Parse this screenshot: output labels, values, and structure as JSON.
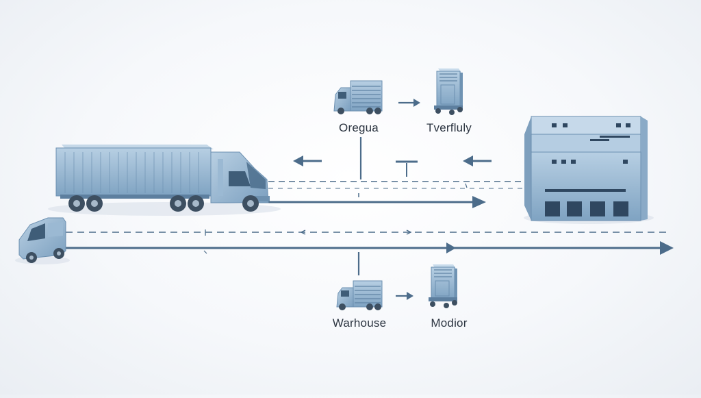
{
  "colors": {
    "primary": "#7fa6c6",
    "primary_light": "#a9c4da",
    "primary_dark": "#4f7394",
    "line": "#4c6c8a",
    "wheel": "#3d4f61"
  },
  "icons": {
    "truck": "semi-truck-icon",
    "van": "delivery-van-icon",
    "warehouse": "warehouse-building-icon",
    "small_truck": "box-truck-icon",
    "cart": "cargo-cart-icon"
  },
  "nodes": {
    "top_left_label": "Oregua",
    "top_right_label": "Tverfluly",
    "bottom_left_label": "Warhouse",
    "bottom_right_label": "Modior"
  }
}
